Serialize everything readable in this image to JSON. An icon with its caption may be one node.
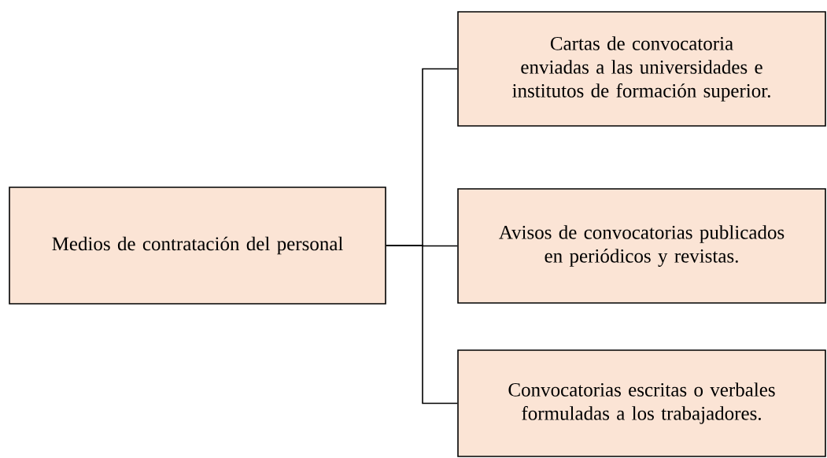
{
  "diagram": {
    "nodes": [
      {
        "text": [
          "Medios de contratación del personal"
        ]
      },
      {
        "text": [
          "Cartas de convocatoria enviadas a las universidades e institutos de formación superior."
        ]
      },
      {
        "text": [
          "Avisos de convocatorias publicados en periódicos y revistas."
        ]
      },
      {
        "text": [
          "Convocatorias escritas o verbales formuladas a los trabajadores."
        ]
      }
    ],
    "edges": [
      {
        "from": 0,
        "to": 1,
        "arrow": "none"
      },
      {
        "from": 0,
        "to": 2,
        "arrow": "none"
      },
      {
        "from": 0,
        "to": 3,
        "arrow": "none"
      }
    ]
  }
}
